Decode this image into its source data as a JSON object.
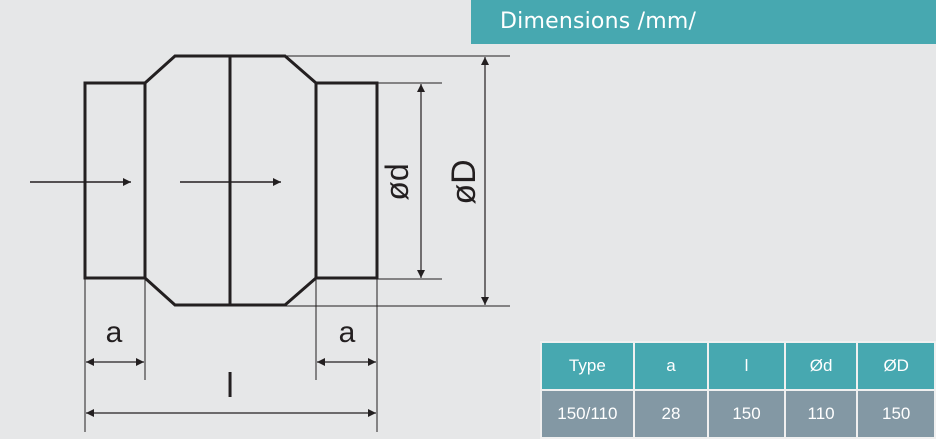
{
  "header": {
    "title": "Dimensions /mm/"
  },
  "drawing": {
    "labels": {
      "a_left": "a",
      "a_right": "a",
      "l": "l",
      "d_small": "ød",
      "d_big": "øD"
    }
  },
  "table": {
    "columns": [
      "Type",
      "a",
      "l",
      "Ød",
      "ØD"
    ],
    "rows": [
      [
        "150/110",
        "28",
        "150",
        "110",
        "150"
      ]
    ]
  },
  "colors": {
    "accent": "#47a8b0",
    "row_bg": "#8398a4",
    "background": "#e6e7e8",
    "line": "#231f20"
  }
}
